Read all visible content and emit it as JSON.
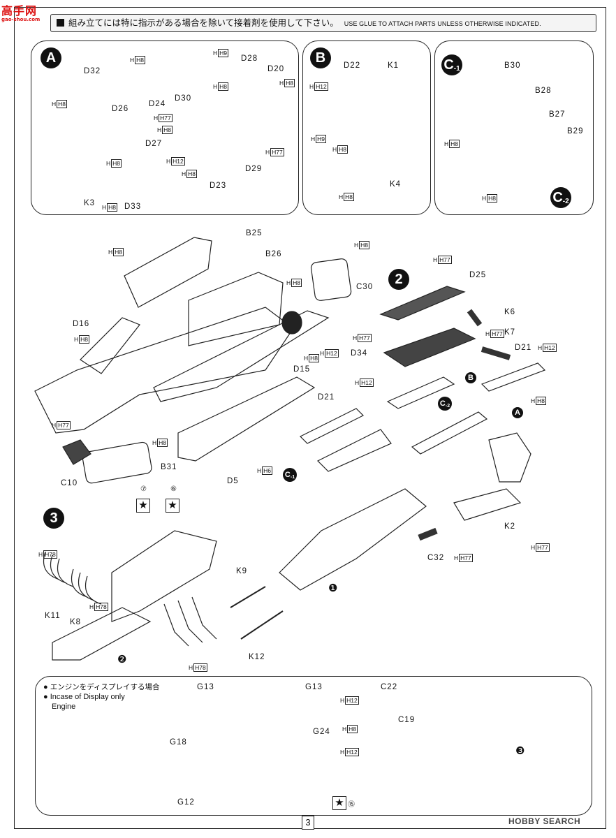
{
  "watermark": {
    "text": "高手网",
    "sub": "gao-shou.com"
  },
  "header": {
    "jp": "組み立てには特に指示がある場合を除いて接着剤を使用して下さい。",
    "en": "USE GLUE TO ATTACH PARTS UNLESS OTHERWISE INDICATED."
  },
  "panels": {
    "A": {
      "badge": "A",
      "parts": [
        "D32",
        "D28",
        "D20",
        "D24",
        "D26",
        "D30",
        "D27",
        "D29",
        "D23",
        "K3",
        "D33"
      ],
      "hints": [
        "H8",
        "H9",
        "H8",
        "H8",
        "H8",
        "H77",
        "H8",
        "H8",
        "H12",
        "H8",
        "H77",
        "H8"
      ]
    },
    "B": {
      "badge": "B",
      "parts": [
        "D22",
        "K1",
        "K4"
      ],
      "hints": [
        "H12",
        "H9",
        "H8",
        "H8"
      ]
    },
    "C": {
      "badge1": "C",
      "badge1_sub": "-1",
      "badge2": "C",
      "badge2_sub": "-2",
      "parts": [
        "B30",
        "B28",
        "B27",
        "B29"
      ],
      "hints": [
        "H8",
        "H8"
      ]
    }
  },
  "step1": {
    "parts": [
      "B25",
      "B26",
      "C30",
      "D16",
      "D15",
      "D5",
      "B31",
      "C10"
    ],
    "hints": [
      "H8",
      "H8",
      "H8",
      "H8",
      "H12",
      "H8",
      "H6",
      "H77",
      "H8"
    ],
    "marker": "❶"
  },
  "step2": {
    "badge": "2",
    "parts": [
      "D25",
      "K6",
      "K7",
      "D34",
      "D21",
      "D21",
      "K2",
      "C32"
    ],
    "hints": [
      "H77",
      "H77",
      "H77",
      "H12",
      "H12",
      "H8",
      "H77",
      "H77"
    ],
    "refs": {
      "B": "B",
      "A": "A",
      "C2": "C",
      "C2_sub": "-2",
      "C1": "C",
      "C1_sub": "-1"
    }
  },
  "step3": {
    "badge": "3",
    "stars": [
      "⑦",
      "⑥"
    ],
    "parts": [
      "K9",
      "K11",
      "K8",
      "K12"
    ],
    "hints": [
      "H78",
      "H78",
      "H78"
    ],
    "marker": "❷"
  },
  "display": {
    "legend_jp": "エンジンをディスプレイする場合",
    "legend_en1": "Incase of  Display  only",
    "legend_en2": "Engine",
    "parts": [
      "G13",
      "G13",
      "G18",
      "G24",
      "G12",
      "C22",
      "C19"
    ],
    "hints": [
      "H12",
      "H8",
      "H12"
    ],
    "star": "⑮",
    "marker": "❸"
  },
  "footer": {
    "page": "3",
    "brand": "HOBBY SEARCH"
  }
}
